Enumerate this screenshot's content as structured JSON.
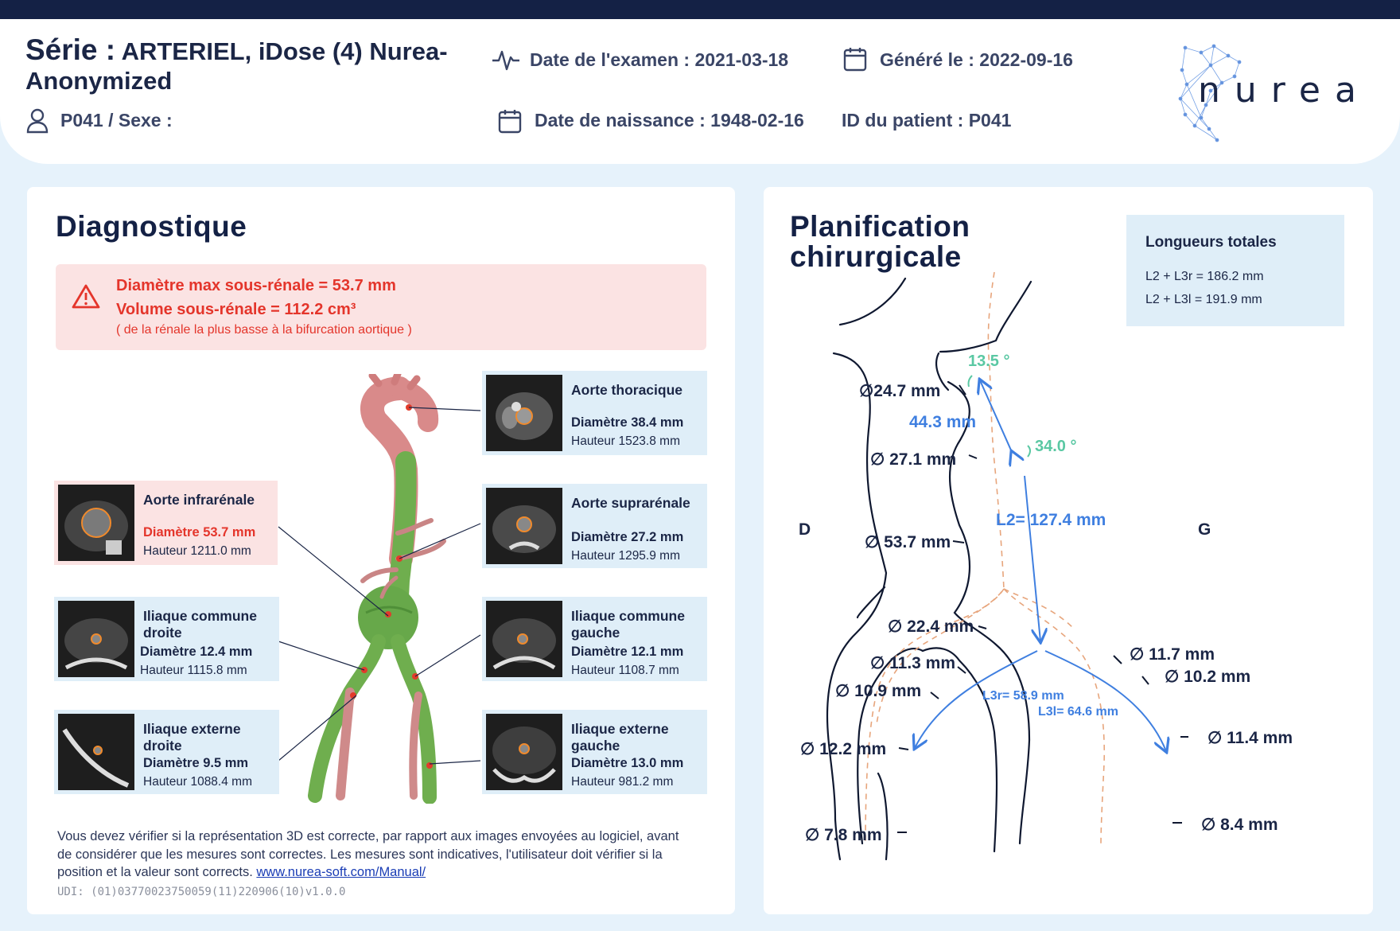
{
  "header": {
    "serie_label": "Série :",
    "serie_value": "ARTERIEL, iDose (4) Nurea-Anonymized",
    "exam_date_label": "Date de l'examen :",
    "exam_date_value": "2021-03-18",
    "generated_label": "Généré le :",
    "generated_value": "2022-09-16",
    "patient_sex": "P041 / Sexe :",
    "birth_label": "Date de naissance :",
    "birth_value": "1948-02-16",
    "patient_id_label": "ID du patient :",
    "patient_id_value": "P041",
    "logo_text": "nurea",
    "icons": [
      "user-icon",
      "heartbeat-icon",
      "calendar-icon"
    ]
  },
  "diagnostic": {
    "title": "Diagnostique",
    "alert": {
      "line1": "Diamètre max sous-rénale = 53.7 mm",
      "line2": "Volume sous-rénale = 112.2 cm³",
      "line3": "( de la rénale la plus basse à la bifurcation aortique )"
    },
    "measures": {
      "aorte_thoracique": {
        "title": "Aorte thoracique",
        "diam": "Diamètre 38.4 mm",
        "height": "Hauteur 1523.8 mm"
      },
      "aorte_infrarenale": {
        "title": "Aorte infrarénale",
        "diam": "Diamètre 53.7 mm",
        "height": "Hauteur 1211.0 mm"
      },
      "aorte_suprarenale": {
        "title": "Aorte suprarénale",
        "diam": "Diamètre 27.2 mm",
        "height": "Hauteur 1295.9 mm"
      },
      "iliaque_commune_droite": {
        "title1": "Iliaque commune",
        "title2": "droite",
        "diam": "Diamètre 12.4 mm",
        "height": "Hauteur 1115.8 mm"
      },
      "iliaque_commune_gauche": {
        "title1": "Iliaque commune",
        "title2": "gauche",
        "diam": "Diamètre 12.1 mm",
        "height": "Hauteur 1108.7 mm"
      },
      "iliaque_externe_droite": {
        "title1": "Iliaque externe",
        "title2": "droite",
        "diam": "Diamètre 9.5 mm",
        "height": "Hauteur 1088.4 mm"
      },
      "iliaque_externe_gauche": {
        "title1": "Iliaque externe",
        "title2": "gauche",
        "diam": "Diamètre 13.0 mm",
        "height": "Hauteur 981.2 mm"
      }
    },
    "disclaimer": "Vous devez vérifier si la représentation 3D est correcte, par rapport aux images envoyées au logiciel, avant de considérer que les mesures sont correctes. Les mesures sont indicatives, l'utilisateur doit vérifier si la position et la valeur sont corrects.",
    "manual_link": "www.nurea-soft.com/Manual/",
    "udi": "UDI: (01)03770023750059(11)220906(10)v1.0.0"
  },
  "planification": {
    "title1": "Planification",
    "title2": "chirurgicale",
    "totals": {
      "title": "Longueurs totales",
      "row1": "L2 + L3r = 186.2 mm",
      "row2": "L2 + L3l = 191.9 mm"
    },
    "side_right": "D",
    "side_left": "G",
    "angles": {
      "a1": "13.5 °",
      "a2": "34.0 °"
    },
    "lengths": {
      "l1": "44.3 mm",
      "l2": "L2= 127.4 mm",
      "l3r": "L3r= 58.9 mm",
      "l3l": "L3l= 64.6 mm"
    },
    "diameters": {
      "d1": "∅24.7 mm",
      "d2": "∅ 27.1 mm",
      "d3": "∅ 53.7 mm",
      "d4": "∅ 22.4 mm",
      "d5": "∅ 11.3 mm",
      "d6": "∅ 10.9 mm",
      "d7": "∅ 12.2 mm",
      "d8": "∅ 7.8 mm",
      "d9": "∅ 11.7 mm",
      "d10": "∅ 10.2 mm",
      "d11": "∅ 11.4 mm",
      "d12": "∅ 8.4 mm"
    }
  }
}
